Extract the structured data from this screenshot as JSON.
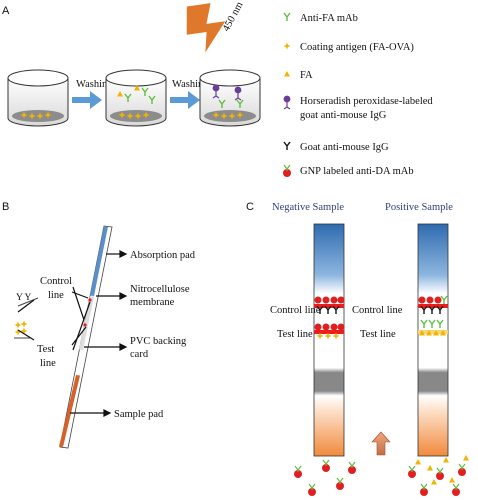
{
  "panel_a": {
    "letter": "A",
    "wavelength": "450 nm",
    "wash1": "Washing",
    "wash2": "Washing",
    "legend": [
      {
        "icon": "antibody-green-icon",
        "color": "#5fbf3f",
        "lines": [
          "Anti-FA mAb"
        ]
      },
      {
        "icon": "star-yellow-icon",
        "color": "#f2b400",
        "lines": [
          "Coating antigen (FA-OVA)"
        ]
      },
      {
        "icon": "triangle-yellow-icon",
        "color": "#f2b400",
        "lines": [
          "FA"
        ]
      },
      {
        "icon": "hrp-purple-icon",
        "color": "#6a3d9a",
        "lines": [
          "Horseradish peroxidase-labeled",
          "goat anti-mouse IgG"
        ]
      },
      {
        "icon": "antibody-black-icon",
        "color": "#111111",
        "lines": [
          "Goat anti-mouse IgG"
        ]
      },
      {
        "icon": "gnp-red-icon",
        "color": "#e02020",
        "lines": [
          "GNP labeled anti-DA mAb"
        ]
      }
    ]
  },
  "panel_b": {
    "letter": "B",
    "control_line": [
      "Control",
      "line"
    ],
    "test_line": [
      "Test",
      "line"
    ],
    "absorption_pad": "Absorption pad",
    "membrane": [
      "Nitrocellulose",
      "membrane"
    ],
    "backing": [
      "PVC backing",
      "card"
    ],
    "sample_pad": "Sample pad"
  },
  "panel_c": {
    "letter": "C",
    "negative": "Negative  Sample",
    "positive": "Positive  Sample",
    "control_left": "Control line",
    "test_left": "Test line",
    "control_right": "Control line",
    "test_right": "Test line"
  }
}
